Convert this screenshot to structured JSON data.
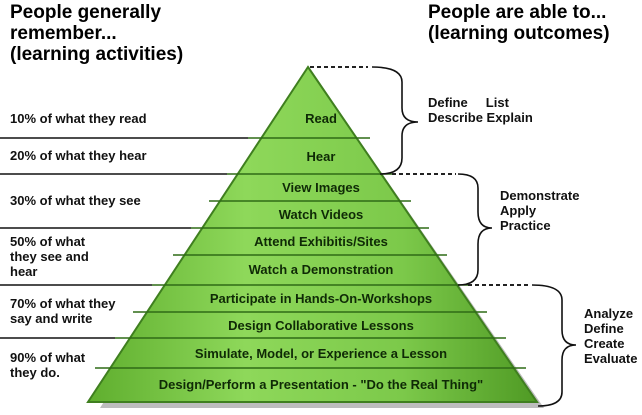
{
  "left_heading": [
    "People generally",
    "remember...",
    "(learning activities)"
  ],
  "right_heading": [
    "People are able to...",
    "(learning outcomes)"
  ],
  "pyramid_tiers": [
    "Read",
    "Hear",
    "View Images",
    "Watch Videos",
    "Attend Exhibitis/Sites",
    "Watch a Demonstration",
    "Participate in Hands-On-Workshops",
    "Design Collaborative Lessons",
    "Simulate, Model, or Experience a Lesson",
    "Design/Perform a Presentation - \"Do the Real Thing\""
  ],
  "retention_labels": [
    [
      "10% of what they read"
    ],
    [
      "20% of what they hear"
    ],
    [
      "30% of what they see"
    ],
    [
      "50% of what",
      "they see and",
      "hear"
    ],
    [
      "70% of what they",
      "say and write"
    ],
    [
      "90% of what",
      "they do."
    ]
  ],
  "outcome_groups": [
    [
      "Define     List",
      "Describe Explain"
    ],
    [
      "Demonstrate",
      "Apply",
      "Practice"
    ],
    [
      "Analyze",
      "Define",
      "Create",
      "Evaluate"
    ]
  ],
  "colors": {
    "pyramid_fill": "#79c846",
    "pyramid_edge": "#3f7f1f",
    "tier_line": "#2f6b16"
  }
}
